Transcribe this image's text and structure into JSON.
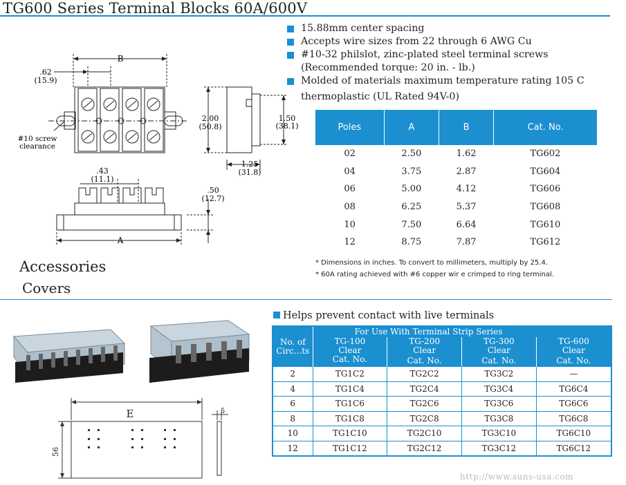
{
  "title": "TG600 Series Terminal Blocks 60A/600V",
  "features": [
    {
      "text": "15.88mm center spacing"
    },
    {
      "text": "Accepts wire sizes from 22 through 6   AWG Cu"
    },
    {
      "text": "#10-32  philslot, zinc-plated steel terminal screws",
      "sub": "(Recommended torque: 20 in. - lb.)"
    },
    {
      "text": "Molded of materials maximum temperature rating 105 C",
      "sub": "thermoplastic (UL Rated 94V-0)"
    }
  ],
  "drawing": {
    "b_label": "B",
    "a_label": "A",
    "spacing_in": ".62",
    "spacing_mm": "(15.9)",
    "height_in": "2.00",
    "height_mm": "(50.8)",
    "inner_in": "1.50",
    "inner_mm": "(38.1)",
    "depth_in": "1.25",
    "depth_mm": "(31.8)",
    "screw_label_1": "#10 screw",
    "screw_label_2": "clearance",
    "pitch_in": ".43",
    "pitch_mm": "(11.1)",
    "thick_in": ".50",
    "thick_mm": "(12.7)"
  },
  "poles_table": {
    "headers": [
      "Poles",
      "A",
      "B",
      "Cat. No."
    ],
    "rows": [
      [
        "02",
        "2.50",
        "1.62",
        "TG602"
      ],
      [
        "04",
        "3.75",
        "2.87",
        "TG604"
      ],
      [
        "06",
        "5.00",
        "4.12",
        "TG606"
      ],
      [
        "08",
        "6.25",
        "5.37",
        "TG608"
      ],
      [
        "10",
        "7.50",
        "6.64",
        "TG610"
      ],
      [
        "12",
        "8.75",
        "7.87",
        "TG612"
      ]
    ]
  },
  "notes": [
    "* Dimensions in inches. To convert to millimeters, multiply by 25.4.",
    "* 60A rating achieved with #6 copper wir e crimped to ring terminal."
  ],
  "accessories_heading": "Accessories",
  "covers_heading": "Covers",
  "cover_drawing": {
    "e_label": "E",
    "h_label": "56",
    "w_label": "5"
  },
  "helps_text": "Helps prevent contact with live terminals",
  "covers_table": {
    "for_use": "For Use With Terminal Strip Series",
    "no_of_1": "No. of",
    "no_of_2": "Circ...ts",
    "series": [
      {
        "name": "TG-100",
        "l1": "Clear",
        "l2": "Cat. No."
      },
      {
        "name": "TG-200",
        "l1": "Clear",
        "l2": "Cat. No."
      },
      {
        "name": "TG-300",
        "l1": "Clear",
        "l2": "Cat. No."
      },
      {
        "name": "TG-600",
        "l1": "Clear",
        "l2": "Cat. No."
      }
    ],
    "rows": [
      [
        "2",
        "TG1C2",
        "TG2C2",
        "TG3C2",
        "—"
      ],
      [
        "4",
        "TG1C4",
        "TG2C4",
        "TG3C4",
        "TG6C4"
      ],
      [
        "6",
        "TG1C6",
        "TG2C6",
        "TG3C6",
        "TG6C6"
      ],
      [
        "8",
        "TG1C8",
        "TG2C8",
        "TG3C8",
        "TG6C8"
      ],
      [
        "10",
        "TG1C10",
        "TG2C10",
        "TG3C10",
        "TG6C10"
      ],
      [
        "12",
        "TG1C12",
        "TG2C12",
        "TG3C12",
        "TG6C12"
      ]
    ]
  },
  "footer_url": "http://www.suns-usa.com",
  "colors": {
    "accent": "#1b8fd0"
  }
}
